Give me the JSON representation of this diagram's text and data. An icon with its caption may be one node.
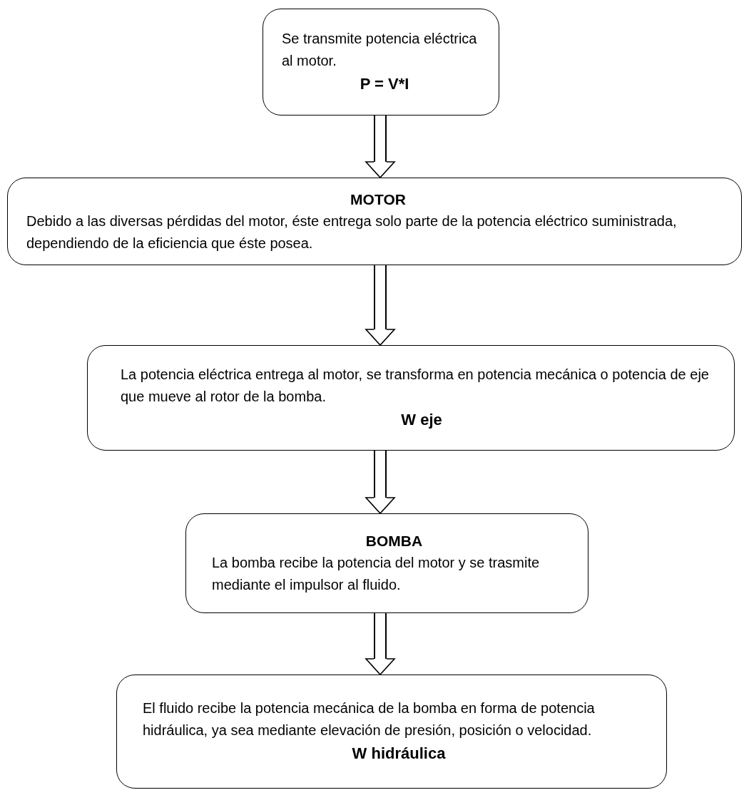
{
  "diagram": {
    "nodes": [
      {
        "text": [
          "Se transmite potencia eléctrica al motor.",
          "P = V*I"
        ]
      },
      {
        "text": [
          "MOTOR",
          "Debido a las diversas pérdidas del motor, éste entrega solo parte de la potencia eléctrico  suministrada, dependiendo de la eficiencia que éste posea."
        ]
      },
      {
        "text": [
          "La potencia  eléctrica entrega al motor, se transforma en potencia mecánica o potencia de eje que mueve al rotor de la bomba.",
          "W eje"
        ]
      },
      {
        "text": [
          "BOMBA",
          "La bomba recibe la potencia del motor y se trasmite mediante el impulsor al fluido."
        ]
      },
      {
        "text": [
          "El fluido recibe la potencia mecánica de la bomba en forma de potencia hidráulica, ya sea mediante elevación de presión, posición o velocidad.",
          "W hidráulica"
        ]
      }
    ],
    "edges": [
      {
        "from": 0,
        "to": 1,
        "arrow": "to"
      },
      {
        "from": 1,
        "to": 2,
        "arrow": "to"
      },
      {
        "from": 2,
        "to": 3,
        "arrow": "to"
      },
      {
        "from": 3,
        "to": 4,
        "arrow": "to"
      }
    ]
  }
}
